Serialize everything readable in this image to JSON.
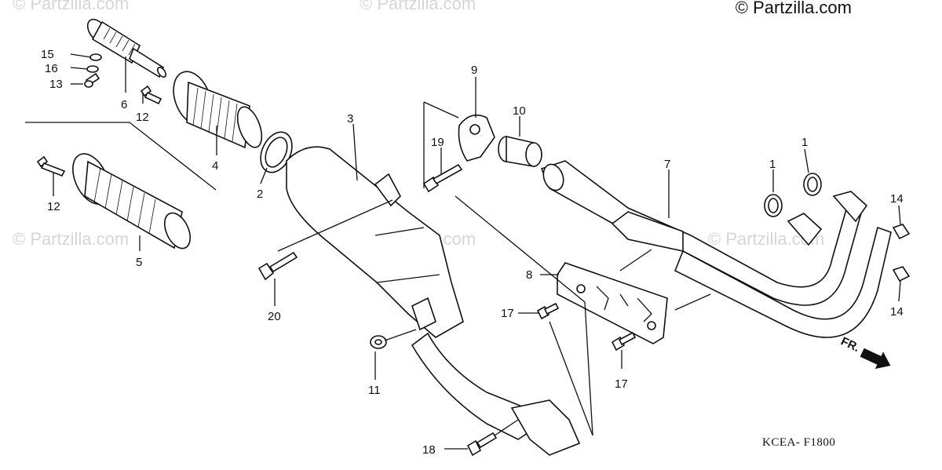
{
  "copyright": "© Partzilla.com",
  "watermark": "© Partzilla.com",
  "drawing_code": "KCEA- F1800",
  "front_indicator": "FR.",
  "callouts": {
    "c1a": "1",
    "c1b": "1",
    "c2": "2",
    "c3": "3",
    "c4": "4",
    "c5": "5",
    "c6": "6",
    "c7": "7",
    "c8": "8",
    "c9": "9",
    "c10": "10",
    "c11": "11",
    "c12a": "12",
    "c12b": "12",
    "c13": "13",
    "c14a": "14",
    "c14b": "14",
    "c15": "15",
    "c16": "16",
    "c17a": "17",
    "c17b": "17",
    "c18": "18",
    "c19": "19",
    "c20": "20"
  }
}
